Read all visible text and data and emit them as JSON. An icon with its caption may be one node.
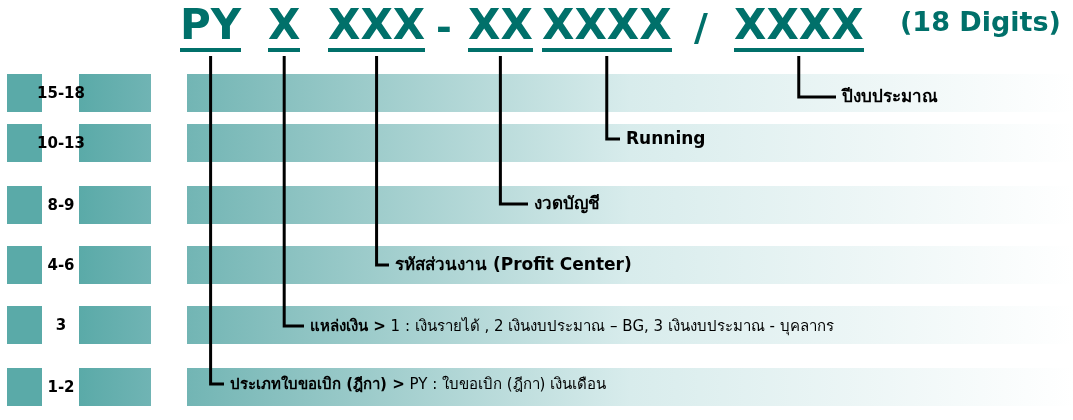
{
  "diagram": {
    "nodes": [
      {
        "text": [
          "PY"
        ]
      },
      {
        "text": [
          "X"
        ]
      },
      {
        "text": [
          "XXX"
        ]
      },
      {
        "text": [
          "XX"
        ]
      },
      {
        "text": [
          "XXXX"
        ]
      },
      {
        "text": [
          "XXXX"
        ]
      },
      {
        "text": [
          "ปีงบประมาณ"
        ]
      },
      {
        "text": [
          "Running"
        ]
      },
      {
        "text": [
          "งวดบัญชี"
        ]
      },
      {
        "text": [
          "รหัสส่วนงาน (Profit Center)"
        ]
      },
      {
        "text": [
          "**แหล่งเงิน >** 1 : เงินรายได้ , 2 เงินงบประมาณ – BG, 3 เงินงบประมาณ - บุคลากร"
        ]
      },
      {
        "text": [
          "**ประเภทใบขอเบิก (ฎีกา)  >** PY : ใบขอเบิก (ฎีกา) เงินเดือน"
        ]
      }
    ],
    "edges": [
      {
        "from": 5,
        "to": 6,
        "arrow": "none"
      },
      {
        "from": 4,
        "to": 7,
        "arrow": "none"
      },
      {
        "from": 3,
        "to": 8,
        "arrow": "none"
      },
      {
        "from": 2,
        "to": 9,
        "arrow": "none"
      },
      {
        "from": 1,
        "to": 10,
        "arrow": "none"
      },
      {
        "from": 0,
        "to": 11,
        "arrow": "none"
      }
    ],
    "labels": [
      "-",
      "/",
      "(18 Digits)",
      "15-18",
      "10-13",
      "8-9",
      "4-6",
      "3",
      "1-2"
    ]
  }
}
